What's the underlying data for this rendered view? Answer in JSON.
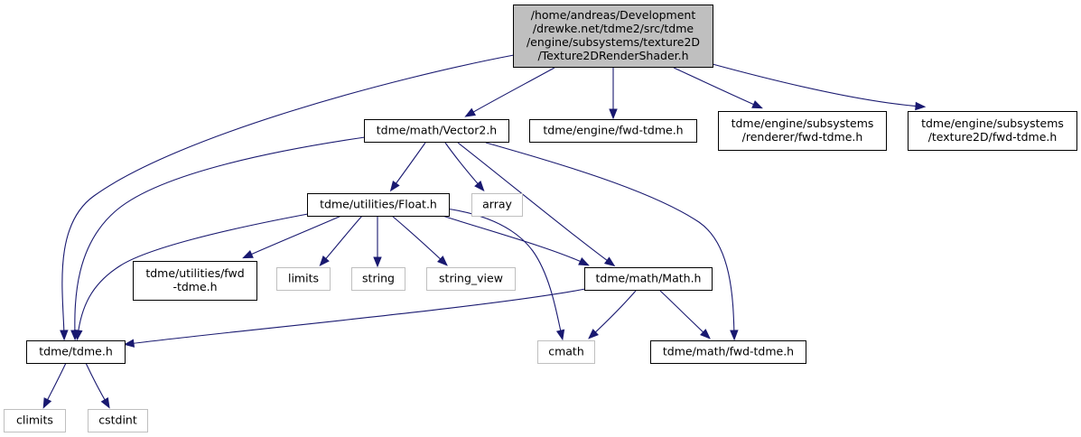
{
  "colors": {
    "root_fill": "#bfbfbf",
    "node_fill": "#ffffff",
    "node_border": "#000000",
    "system_border": "#bfbfbf",
    "system_text": "#404040",
    "edge": "#191970"
  },
  "nodes": {
    "root": {
      "lines": [
        "/home/andreas/Development",
        "/drewke.net/tdme2/src/tdme",
        "/engine/subsystems/texture2D",
        "/Texture2DRenderShader.h"
      ],
      "kind": "root"
    },
    "vector2": {
      "lines": [
        "tdme/math/Vector2.h"
      ],
      "kind": "file"
    },
    "engine_fwd": {
      "lines": [
        "tdme/engine/fwd-tdme.h"
      ],
      "kind": "file"
    },
    "renderer_fwd": {
      "lines": [
        "tdme/engine/subsystems",
        "/renderer/fwd-tdme.h"
      ],
      "kind": "file"
    },
    "texture2d_fwd": {
      "lines": [
        "tdme/engine/subsystems",
        "/texture2D/fwd-tdme.h"
      ],
      "kind": "file"
    },
    "float": {
      "lines": [
        "tdme/utilities/Float.h"
      ],
      "kind": "file"
    },
    "array": {
      "lines": [
        "array"
      ],
      "kind": "system"
    },
    "utilities_fwd": {
      "lines": [
        "tdme/utilities/fwd",
        "-tdme.h"
      ],
      "kind": "file"
    },
    "limits": {
      "lines": [
        "limits"
      ],
      "kind": "system"
    },
    "string": {
      "lines": [
        "string"
      ],
      "kind": "system"
    },
    "string_view": {
      "lines": [
        "string_view"
      ],
      "kind": "system"
    },
    "math": {
      "lines": [
        "tdme/math/Math.h"
      ],
      "kind": "file"
    },
    "tdme": {
      "lines": [
        "tdme/tdme.h"
      ],
      "kind": "file"
    },
    "cmath": {
      "lines": [
        "cmath"
      ],
      "kind": "system"
    },
    "math_fwd": {
      "lines": [
        "tdme/math/fwd-tdme.h"
      ],
      "kind": "file"
    },
    "climits": {
      "lines": [
        "climits"
      ],
      "kind": "system"
    },
    "cstdint": {
      "lines": [
        "cstdint"
      ],
      "kind": "system"
    }
  },
  "edges": [
    [
      "root",
      "tdme"
    ],
    [
      "root",
      "vector2"
    ],
    [
      "root",
      "engine_fwd"
    ],
    [
      "root",
      "renderer_fwd"
    ],
    [
      "root",
      "texture2d_fwd"
    ],
    [
      "vector2",
      "tdme"
    ],
    [
      "vector2",
      "float"
    ],
    [
      "vector2",
      "array"
    ],
    [
      "vector2",
      "math"
    ],
    [
      "vector2",
      "math_fwd"
    ],
    [
      "float",
      "tdme"
    ],
    [
      "float",
      "utilities_fwd"
    ],
    [
      "float",
      "limits"
    ],
    [
      "float",
      "string"
    ],
    [
      "float",
      "string_view"
    ],
    [
      "float",
      "math"
    ],
    [
      "float",
      "cmath"
    ],
    [
      "math",
      "tdme"
    ],
    [
      "math",
      "cmath"
    ],
    [
      "math",
      "math_fwd"
    ],
    [
      "tdme",
      "climits"
    ],
    [
      "tdme",
      "cstdint"
    ]
  ]
}
